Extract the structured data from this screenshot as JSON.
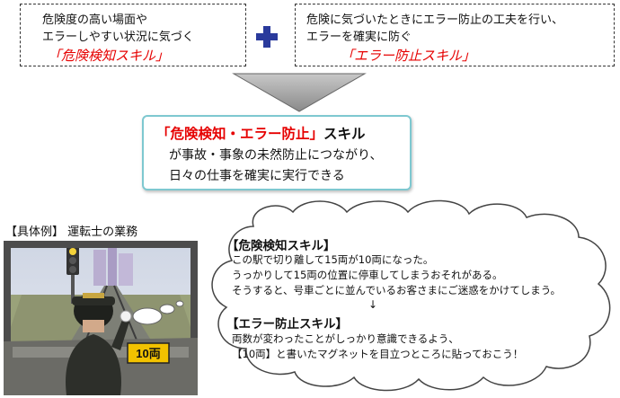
{
  "box_left": {
    "line1": "危険度の高い場面や",
    "line2": "エラーしやすい状況に気づく",
    "skill": "「危険検知スキル」"
  },
  "plus_icon": "plus",
  "box_right": {
    "line1": "危険に気づいたときにエラー防止の工夫を行い、",
    "line2": "エラーを確実に防ぐ",
    "skill": "「エラー防止スキル」"
  },
  "result": {
    "title_red": "「危険検知・エラー防止」",
    "title_suffix": "スキル",
    "line2": "が事故・事象の未然防止につながり、",
    "line3": "日々の仕事を確実に実行できる"
  },
  "example_heading": "【具体例】 運転士の業務",
  "illustration": {
    "badge": "10両"
  },
  "cloud": {
    "detect_title": "【危険検知スキル】",
    "detect_lines": [
      "この駅で切り離して15両が10両になった。",
      "うっかりして15両の位置に停車してしまうおそれがある。",
      "そうすると、号車ごとに並んでいるお客さまにご迷惑をかけてしまう。"
    ],
    "arrow": "↓",
    "prevent_title": "【エラー防止スキル】",
    "prevent_lines": [
      "両数が変わったことがしっかり意識できるよう、",
      "【10両】と書いたマグネットを目立つところに貼っておこう！"
    ]
  },
  "colors": {
    "accent_red": "#e60000",
    "plus_blue": "#2a3a9c",
    "result_border": "#7ec8d0"
  }
}
